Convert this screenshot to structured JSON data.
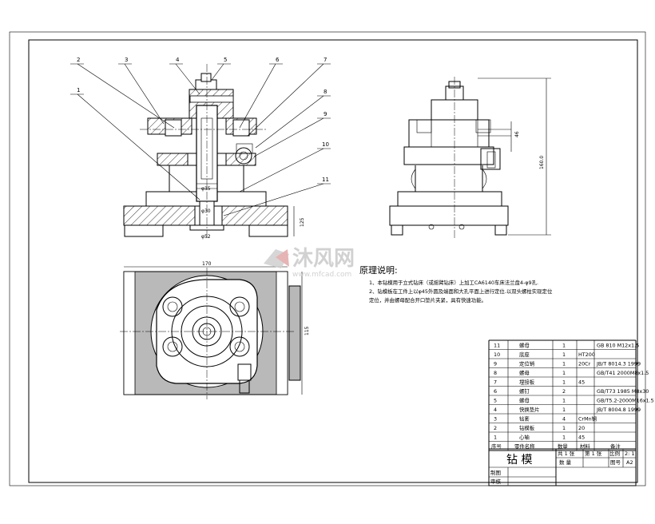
{
  "balloons": [
    "1",
    "2",
    "3",
    "4",
    "5",
    "6",
    "7",
    "8",
    "9",
    "10",
    "11"
  ],
  "dimensions": {
    "front_inner_top": "φ35",
    "front_inner_bottom": "φ30",
    "front_base": "φ52",
    "front_height": "125",
    "side_small": "46",
    "side_height": "160.0",
    "top_width": "170",
    "top_height": "115"
  },
  "watermark": {
    "cn": "沐风网",
    "url": "www.mfcad.com"
  },
  "notes": {
    "title": "原理说明:",
    "line1": "1、本钻模用于立式钻床（或摇臂钻床）上加工CA6140车床法兰盘4-φ9孔.",
    "line2": "2、钻模板在工件上以φ45外圆及端面和大孔平面上进行定位.以双头螺柱实现定位",
    "line3": "定位，并由螺母配合开口垫片夹紧，具有快速功能。"
  },
  "bom": {
    "rows": [
      {
        "no": "11",
        "name": "螺母",
        "qty": "1",
        "mat": "",
        "std": "GB 810 M12x1.5"
      },
      {
        "no": "10",
        "name": "底座",
        "qty": "1",
        "mat": "HT200",
        "std": ""
      },
      {
        "no": "9",
        "name": "定位销",
        "qty": "1",
        "mat": "20Cr",
        "std": "JB/T 8014.3 1999"
      },
      {
        "no": "8",
        "name": "螺母",
        "qty": "1",
        "mat": "",
        "std": "GB/T41 2000M8x1.5"
      },
      {
        "no": "7",
        "name": "埋接板",
        "qty": "1",
        "mat": "45",
        "std": ""
      },
      {
        "no": "6",
        "name": "螺钉",
        "qty": "2",
        "mat": "",
        "std": "GB/T73 1985 M8x30"
      },
      {
        "no": "5",
        "name": "螺母",
        "qty": "1",
        "mat": "",
        "std": "GB/T5.2-2000M16x1.5"
      },
      {
        "no": "4",
        "name": "快换垫片",
        "qty": "1",
        "mat": "",
        "std": "JB/T 8004.8 1999"
      },
      {
        "no": "3",
        "name": "钻套",
        "qty": "4",
        "mat": "CrMn钢",
        "std": ""
      },
      {
        "no": "2",
        "name": "钻模板",
        "qty": "1",
        "mat": "20",
        "std": ""
      },
      {
        "no": "1",
        "name": "心轴",
        "qty": "1",
        "mat": "45",
        "std": ""
      }
    ],
    "header": {
      "no": "序号",
      "name": "零件名称",
      "qty": "数量",
      "mat": "材料",
      "std": "备注"
    }
  },
  "title_block": {
    "title": "钻 模",
    "sheet_total": "共 1 张",
    "sheet_no": "第 1 张",
    "scale_label": "比例",
    "scale_value": "2: 1",
    "qty_label": "数 量",
    "drawing_label": "图号",
    "drawing_value": "A2",
    "drawn_label": "制图",
    "checked_label": "审核"
  }
}
